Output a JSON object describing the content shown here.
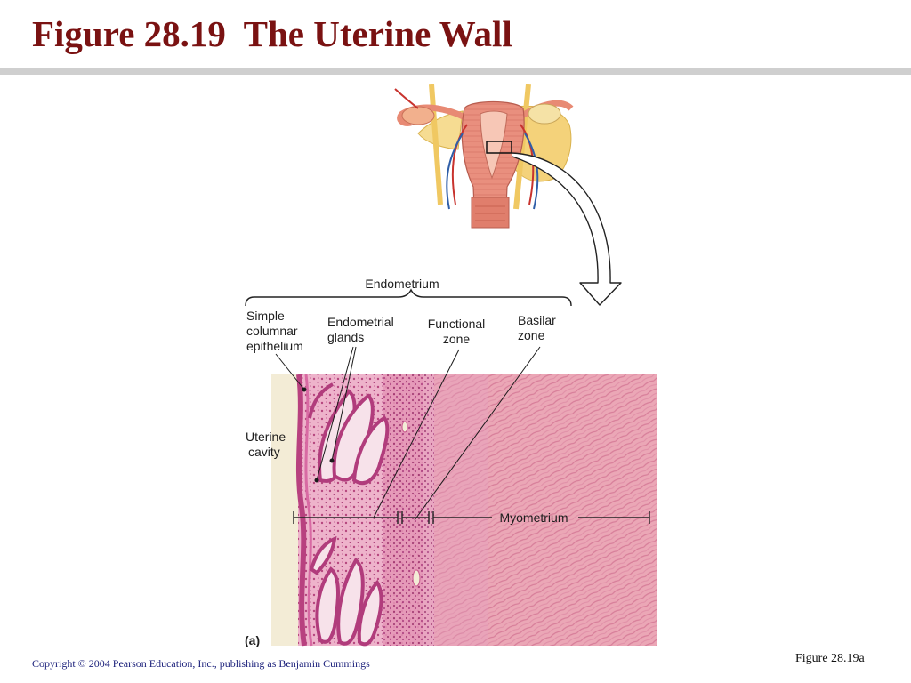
{
  "slide": {
    "title": "Figure 28.19  The Uterine Wall",
    "title_color": "#7a1212",
    "rule_color": "#cfcfcf"
  },
  "figure": {
    "labels": {
      "endometrium": "Endometrium",
      "simple_columnar_epithelium": [
        "Simple",
        "columnar",
        "epithelium"
      ],
      "endometrial_glands": [
        "Endometrial",
        "glands"
      ],
      "functional_zone": [
        "Functional",
        "zone"
      ],
      "basilar_zone": [
        "Basilar",
        "zone"
      ],
      "uterine_cavity": [
        "Uterine",
        "cavity"
      ],
      "myometrium": "Myometrium",
      "panel": "(a)"
    },
    "tissue_colors": {
      "lumen": "#f3ecd6",
      "epithelium": "#c04a86",
      "endometrium": "#e9a7c3",
      "myometrium": "#e8a2b4"
    },
    "uterus_colors": {
      "wall": "#e8927e",
      "ligament": "#f4d27a",
      "vessel_red": "#c8332e",
      "vessel_blue": "#2f5ea8"
    }
  },
  "footer": {
    "copyright": "Copyright © 2004 Pearson Education, Inc., publishing as Benjamin Cummings",
    "figure_ref": "Figure 28.19a"
  }
}
